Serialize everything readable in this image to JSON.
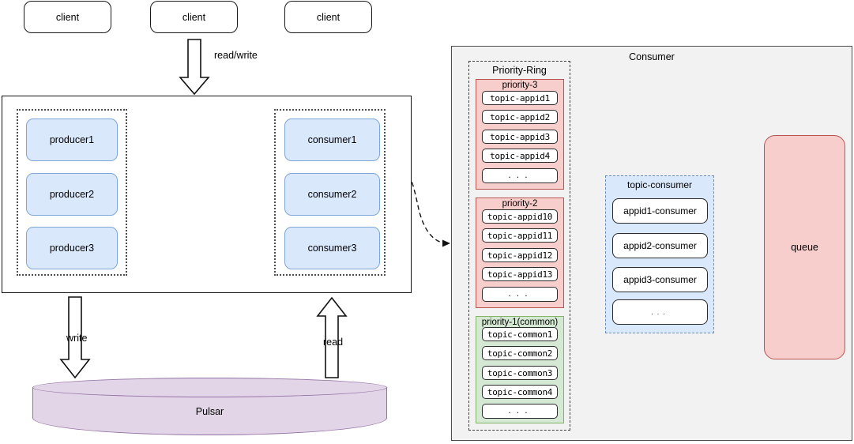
{
  "clients": [
    {
      "label": "client"
    },
    {
      "label": "client"
    },
    {
      "label": "client"
    }
  ],
  "edge_labels": {
    "read_write": "read/write",
    "write": "write",
    "read": "read"
  },
  "broker_panel": {
    "producers": [
      {
        "label": "producer1"
      },
      {
        "label": "producer2"
      },
      {
        "label": "producer3"
      }
    ],
    "consumers": [
      {
        "label": "consumer1"
      },
      {
        "label": "consumer2"
      },
      {
        "label": "consumer3"
      }
    ]
  },
  "storage": {
    "label": "Pulsar",
    "color": "#e1d5e7"
  },
  "consumer_panel": {
    "title": "Consumer",
    "priority_ring": {
      "title": "Priority-Ring",
      "groups": [
        {
          "title": "priority-3",
          "color": "#f8cecc",
          "topics": [
            "topic-appid1",
            "topic-appid2",
            "topic-appid3",
            "topic-appid4",
            "..."
          ]
        },
        {
          "title": "priority-2",
          "color": "#f8cecc",
          "topics": [
            "topic-appid10",
            "topic-appid11",
            "topic-appid12",
            "topic-appid13",
            "..."
          ]
        },
        {
          "title": "priority-1(common)",
          "color": "#d5e8d4",
          "topics": [
            "topic-common1",
            "topic-common2",
            "topic-common3",
            "topic-common4",
            "..."
          ]
        }
      ]
    },
    "topic_consumer": {
      "title": "topic-consumer",
      "color": "#dae8fc",
      "items": [
        "appid1-consumer",
        "appid2-consumer",
        "appid3-consumer",
        "..."
      ]
    },
    "queue": {
      "label": "queue",
      "color": "#f8cecc"
    }
  }
}
